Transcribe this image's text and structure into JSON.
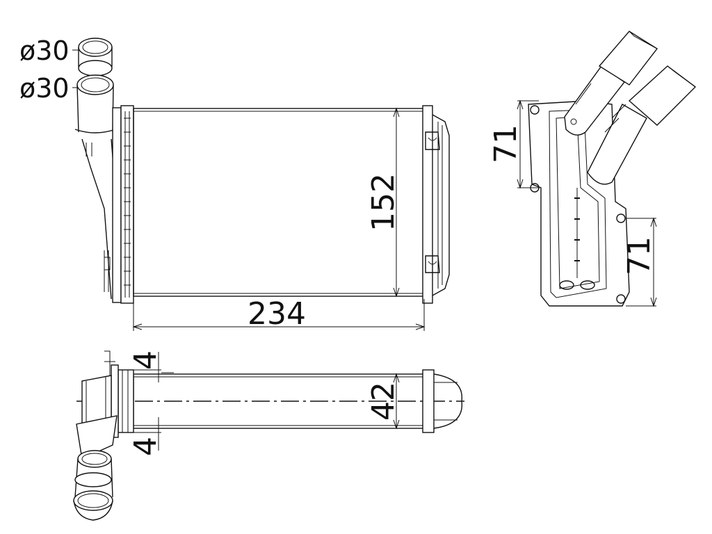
{
  "dimensions": {
    "pipe_diameter_upper": "ø30",
    "pipe_diameter_lower": "ø30",
    "core_width": "234",
    "core_height": "152",
    "core_depth": "42",
    "flange_top": "4",
    "flange_bottom": "4",
    "side_upper": "71",
    "side_lower": "71"
  },
  "colors": {
    "line": "#111111",
    "background": "#ffffff"
  }
}
